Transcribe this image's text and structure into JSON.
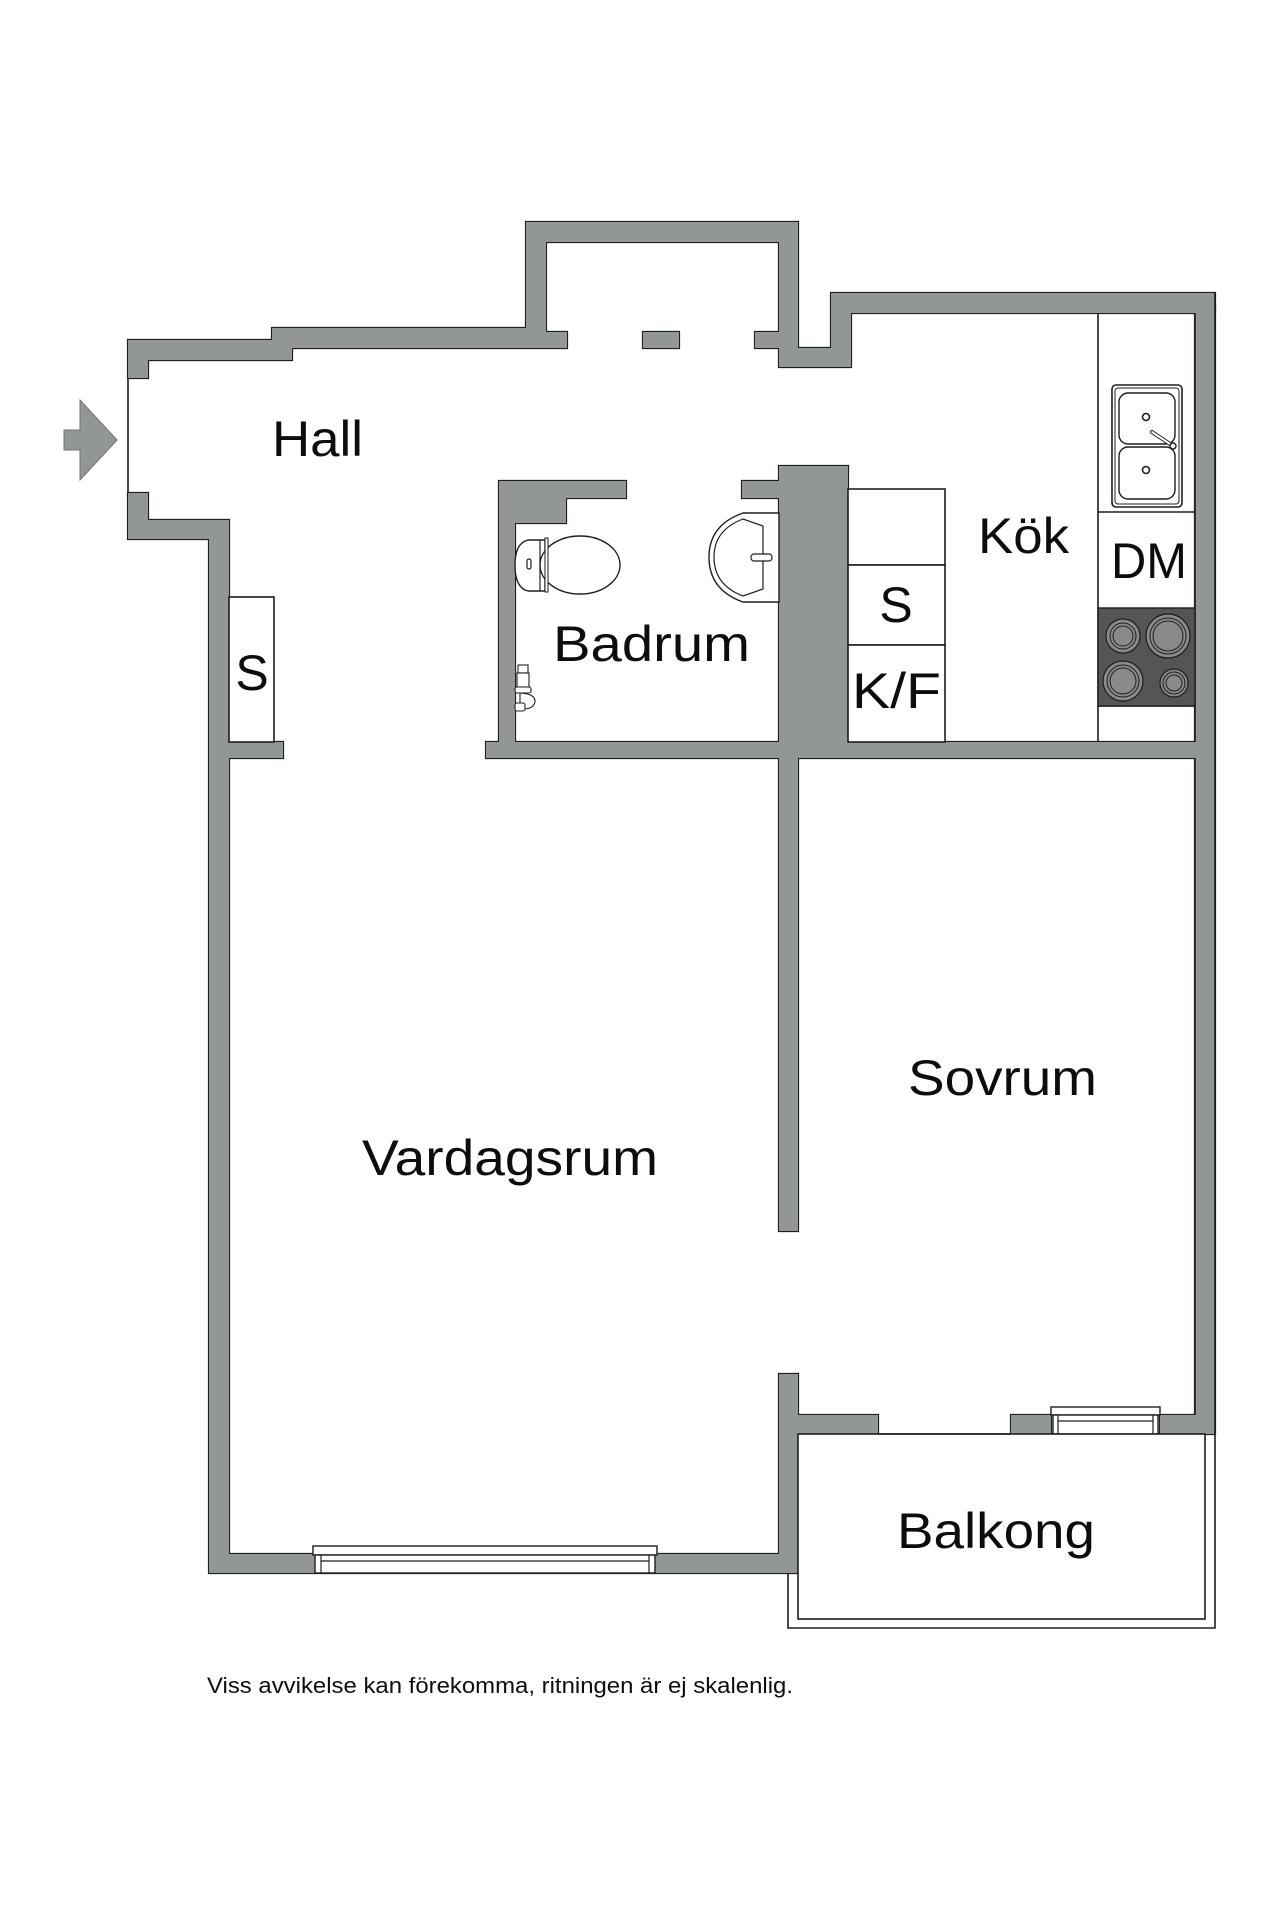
{
  "plan": {
    "colors": {
      "wall": "#939697",
      "outline": "#1e1e1e",
      "stove": "#555555",
      "burner": "#8a8a8a",
      "background": "#ffffff"
    },
    "entrance_icon": "arrow-right-icon",
    "rooms": {
      "hall": {
        "label": "Hall"
      },
      "hall_closet": {
        "label": "S"
      },
      "bathroom": {
        "label": "Badrum"
      },
      "kitchen": {
        "label": "Kök"
      },
      "kitchen_closet": {
        "label": "S"
      },
      "fridge_freezer": {
        "label": "K/F"
      },
      "dishwasher": {
        "label": "DM"
      },
      "living_room": {
        "label": "Vardagsrum"
      },
      "bedroom": {
        "label": "Sovrum"
      },
      "balcony": {
        "label": "Balkong"
      }
    },
    "fixtures": [
      "toilet-icon",
      "washbasin-icon",
      "shower-mixer-icon",
      "double-sink-icon",
      "stove-icon",
      "window-icon"
    ]
  },
  "footer": {
    "disclaimer": "Viss avvikelse kan förekomma, ritningen är ej skalenlig."
  }
}
